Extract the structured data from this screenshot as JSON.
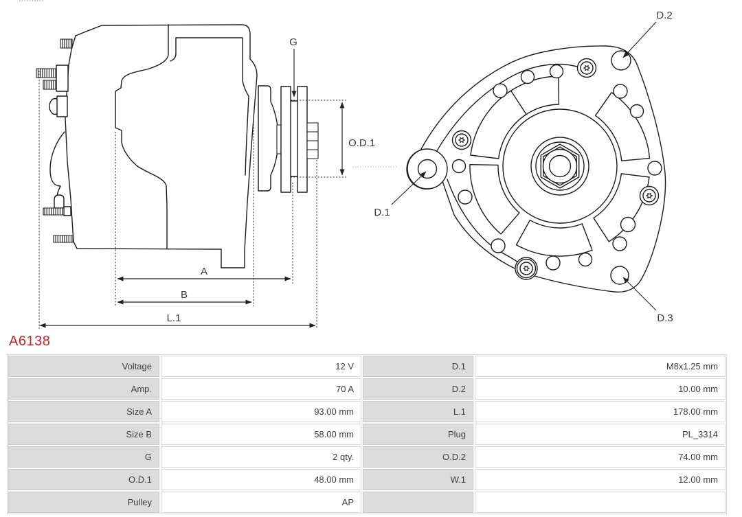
{
  "part_number": "A6138",
  "colors": {
    "accent_red": "#c4262c",
    "line": "#1a1a1a",
    "table_label_bg": "#dcdcdc",
    "table_border": "#d9d9d9",
    "text": "#3d3d3d"
  },
  "diagram": {
    "side_view_labels": {
      "g": "G",
      "od1": "O.D.1",
      "a": "A",
      "b": "B",
      "l1": "L.1"
    },
    "rear_view_labels": {
      "d1": "D.1",
      "d2": "D.2",
      "d3": "D.3"
    }
  },
  "table": {
    "rows": [
      {
        "label": "Voltage",
        "value": "12 V",
        "label2": "D.1",
        "value2": "M8x1.25 mm"
      },
      {
        "label": "Amp.",
        "value": "70 A",
        "label2": "D.2",
        "value2": "10.00 mm"
      },
      {
        "label": "Size A",
        "value": "93.00 mm",
        "label2": "L.1",
        "value2": "178.00 mm"
      },
      {
        "label": "Size B",
        "value": "58.00 mm",
        "label2": "Plug",
        "value2": "PL_3314"
      },
      {
        "label": "G",
        "value": "2 qty.",
        "label2": "O.D.2",
        "value2": "74.00 mm"
      },
      {
        "label": "O.D.1",
        "value": "48.00 mm",
        "label2": "W.1",
        "value2": "12.00 mm"
      },
      {
        "label": "Pulley",
        "value": "AP",
        "label2": "",
        "value2": ""
      }
    ]
  }
}
